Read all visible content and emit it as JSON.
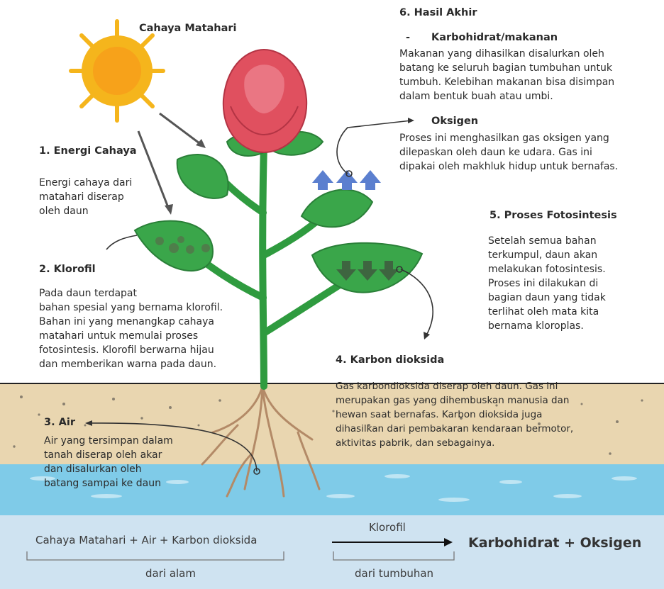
{
  "diagram": {
    "sun_label": "Cahaya Matahari",
    "step1": {
      "title": "1. Energi Cahaya",
      "text": "Energi cahaya dari\nmatahari diserap\noleh daun"
    },
    "step2": {
      "title": "2. Klorofil",
      "text": "Pada daun terdapat\nbahan spesial yang bernama klorofil.\nBahan ini yang menangkap cahaya\nmatahari untuk memulai proses\nfotosintesis. Klorofil berwarna hijau\ndan memberikan warna pada daun."
    },
    "step3": {
      "title": "3. Air",
      "text": "Air yang tersimpan dalam\ntanah diserap oleh akar\ndan disalurkan oleh\nbatang sampai ke daun"
    },
    "step4": {
      "title": "4. Karbon dioksida",
      "text": "Gas karbondioksida diserap oleh daun. Gas ini\nmerupakan gas yang dihembuskan manusia dan\nhewan saat bernafas. Karbon dioksida juga\ndihasilkan dari pembakaran kendaraan bermotor,\naktivitas pabrik, dan sebagainya."
    },
    "step5": {
      "title": "5. Proses Fotosintesis",
      "text": "Setelah semua bahan\nterkumpul, daun akan\nmelakukan fotosintesis.\nProses ini dilakukan di\nbagian daun yang tidak\nterlihat oleh mata kita\nbernama kloroplas."
    },
    "step6": {
      "title": "6. Hasil Akhir",
      "food_title": "Karbohidrat/makanan",
      "food_bullet": "-",
      "food_text": "Makanan yang dihasilkan disalurkan oleh\nbatang ke seluruh bagian tumbuhan untuk\ntumbuh. Kelebihan makanan bisa disimpan\ndalam bentuk buah atau umbi.",
      "oxygen_title": "Oksigen",
      "oxygen_text": "Proses ini menghasilkan gas oksigen yang\ndilepaskan oleh daun ke udara. Gas ini\ndipakai oleh makhluk hidup untuk bernafas."
    }
  },
  "equation": {
    "inputs": "Cahaya Matahari + Air + Karbon dioksida",
    "inputs_source": "dari alam",
    "catalyst": "Klorofil",
    "catalyst_source": "dari tumbuhan",
    "result": "Karbohidrat + Oksigen"
  },
  "colors": {
    "sun": "#f5b51c",
    "sun_core": "#f7a21a",
    "flower": "#e0505f",
    "leaf": "#3aa64a",
    "stem": "#2f9b3f",
    "soil": "#e9d6b0",
    "water": "#7fcbe8",
    "equation_band": "#cfe3f1",
    "up_arrow": "#5b7fcf",
    "down_arrow": "#3f5a3f",
    "root": "#b38a67"
  }
}
